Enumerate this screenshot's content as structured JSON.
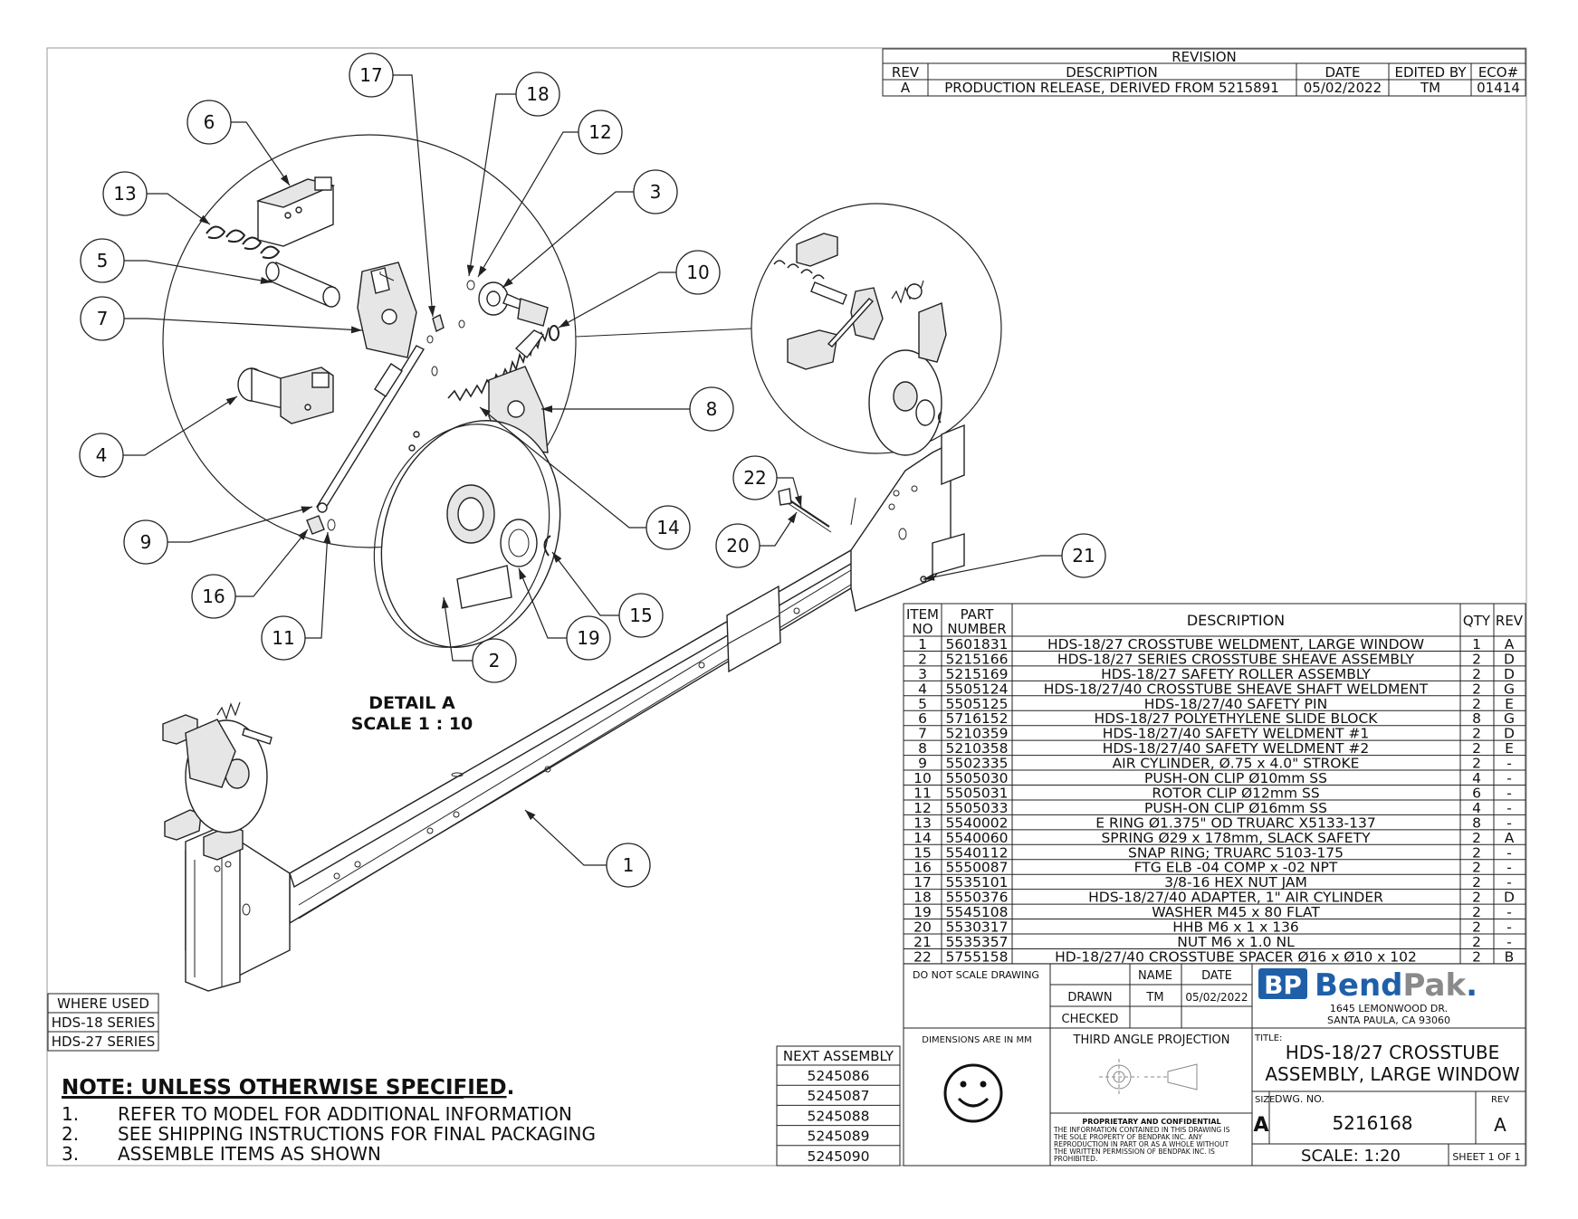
{
  "revision": {
    "title": "REVISION",
    "headers": [
      "REV",
      "DESCRIPTION",
      "DATE",
      "EDITED BY",
      "ECO#"
    ],
    "rows": [
      [
        "A",
        "PRODUCTION RELEASE, DERIVED FROM 5215891",
        "05/02/2022",
        "TM",
        "01414"
      ]
    ]
  },
  "bom": {
    "headers": [
      "ITEM NO",
      "PART NUMBER",
      "DESCRIPTION",
      "QTY",
      "REV"
    ],
    "header_item_lines": [
      "ITEM",
      "NO"
    ],
    "header_part_lines": [
      "PART",
      "NUMBER"
    ],
    "rows": [
      [
        "1",
        "5601831",
        "HDS-18/27 CROSSTUBE WELDMENT, LARGE WINDOW",
        "1",
        "A"
      ],
      [
        "2",
        "5215166",
        "HDS-18/27 SERIES CROSSTUBE SHEAVE ASSEMBLY",
        "2",
        "D"
      ],
      [
        "3",
        "5215169",
        "HDS-18/27 SAFETY ROLLER ASSEMBLY",
        "2",
        "D"
      ],
      [
        "4",
        "5505124",
        "HDS-18/27/40 CROSSTUBE SHEAVE SHAFT WELDMENT",
        "2",
        "G"
      ],
      [
        "5",
        "5505125",
        "HDS-18/27/40 SAFETY PIN",
        "2",
        "E"
      ],
      [
        "6",
        "5716152",
        "HDS-18/27 POLYETHYLENE SLIDE BLOCK",
        "8",
        "G"
      ],
      [
        "7",
        "5210359",
        "HDS-18/27/40 SAFETY WELDMENT #1",
        "2",
        "D"
      ],
      [
        "8",
        "5210358",
        "HDS-18/27/40 SAFETY WELDMENT #2",
        "2",
        "E"
      ],
      [
        "9",
        "5502335",
        "AIR CYLINDER, Ø.75 x 4.0\" STROKE",
        "2",
        "-"
      ],
      [
        "10",
        "5505030",
        "PUSH-ON CLIP Ø10mm SS",
        "4",
        "-"
      ],
      [
        "11",
        "5505031",
        "ROTOR CLIP Ø12mm SS",
        "6",
        "-"
      ],
      [
        "12",
        "5505033",
        "PUSH-ON CLIP Ø16mm SS",
        "4",
        "-"
      ],
      [
        "13",
        "5540002",
        "E RING Ø1.375\" OD TRUARC X5133-137",
        "8",
        "-"
      ],
      [
        "14",
        "5540060",
        "SPRING Ø29 x 178mm, SLACK SAFETY",
        "2",
        "A"
      ],
      [
        "15",
        "5540112",
        "SNAP RING; TRUARC 5103-175",
        "2",
        "-"
      ],
      [
        "16",
        "5550087",
        "FTG ELB -04 COMP x -02 NPT",
        "2",
        "-"
      ],
      [
        "17",
        "5535101",
        "3/8-16 HEX NUT JAM",
        "2",
        "-"
      ],
      [
        "18",
        "5550376",
        "HDS-18/27/40 ADAPTER, 1\" AIR CYLINDER",
        "2",
        "D"
      ],
      [
        "19",
        "5545108",
        "WASHER M45 x 80 FLAT",
        "2",
        "-"
      ],
      [
        "20",
        "5530317",
        "HHB M6 x 1 x 136",
        "2",
        "-"
      ],
      [
        "21",
        "5535357",
        "NUT M6 x 1.0 NL",
        "2",
        "-"
      ],
      [
        "22",
        "5755158",
        "HD-18/27/40 CROSSTUBE SPACER  Ø16 x Ø10 x 102",
        "2",
        "B"
      ]
    ]
  },
  "title_block": {
    "do_not_scale": "DO NOT SCALE DRAWING",
    "name_label": "NAME",
    "date_label": "DATE",
    "drawn_label": "DRAWN",
    "drawn_name": "TM",
    "drawn_date": "05/02/2022",
    "checked_label": "CHECKED",
    "dimensions_note": "DIMENSIONS ARE IN MM",
    "projection": "THIRD ANGLE PROJECTION",
    "proprietary_title": "PROPRIETARY AND CONFIDENTIAL",
    "proprietary_lines": [
      "THE INFORMATION CONTAINED IN THIS DRAWING IS",
      "THE SOLE PROPERTY OF BENDPAK INC. ANY",
      "REPRODUCTION IN PART OR AS A WHOLE WITHOUT",
      "THE WRITTEN PERMISSION OF BENDPAK INC. IS",
      "PROHIBITED."
    ],
    "logo_mark": "BP",
    "logo_bend": "Bend",
    "logo_pak": "Pak",
    "logo_dot": ".",
    "address_line1": "1645 LEMONWOOD DR.",
    "address_line2": "SANTA PAULA, CA 93060",
    "title_label": "TITLE:",
    "title_line1": "HDS-18/27 CROSSTUBE",
    "title_line2": "ASSEMBLY, LARGE WINDOW",
    "size_label": "SIZE",
    "size_value": "A",
    "dwg_label": "DWG.  NO.",
    "dwg_no": "5216168",
    "rev_label": "REV",
    "rev_value": "A",
    "scale": "SCALE: 1:20",
    "sheet": "SHEET 1 OF 1"
  },
  "next_assembly": {
    "header": "NEXT ASSEMBLY",
    "items": [
      "5245086",
      "5245087",
      "5245088",
      "5245089",
      "5245090"
    ]
  },
  "where_used": {
    "header": "WHERE USED",
    "items": [
      "HDS-18 SERIES",
      "HDS-27 SERIES"
    ]
  },
  "notes": {
    "heading": "NOTE: UNLESS OTHERWISE SPECIFIED",
    "heading_end": ".",
    "items": [
      {
        "num": "1.",
        "text": "REFER TO MODEL FOR ADDITIONAL INFORMATION"
      },
      {
        "num": "2.",
        "text": "SEE SHIPPING INSTRUCTIONS FOR FINAL PACKAGING"
      },
      {
        "num": "3.",
        "text": "ASSEMBLE ITEMS AS SHOWN"
      }
    ]
  },
  "detail": {
    "line1": "DETAIL A",
    "line2": "SCALE 1 : 10"
  },
  "balloons": [
    {
      "n": "1"
    },
    {
      "n": "2"
    },
    {
      "n": "3"
    },
    {
      "n": "4"
    },
    {
      "n": "5"
    },
    {
      "n": "6"
    },
    {
      "n": "7"
    },
    {
      "n": "8"
    },
    {
      "n": "9"
    },
    {
      "n": "10"
    },
    {
      "n": "11"
    },
    {
      "n": "12"
    },
    {
      "n": "13"
    },
    {
      "n": "14"
    },
    {
      "n": "15"
    },
    {
      "n": "16"
    },
    {
      "n": "17"
    },
    {
      "n": "18"
    },
    {
      "n": "19"
    },
    {
      "n": "20"
    },
    {
      "n": "21"
    },
    {
      "n": "22"
    }
  ],
  "colors": {
    "line": "#222222",
    "logo_blue": "#1f5fa8",
    "face_fill": "#ffffff"
  },
  "icons": {
    "smiley": "smiley-face-icon",
    "projection": "third-angle-projection-icon"
  }
}
